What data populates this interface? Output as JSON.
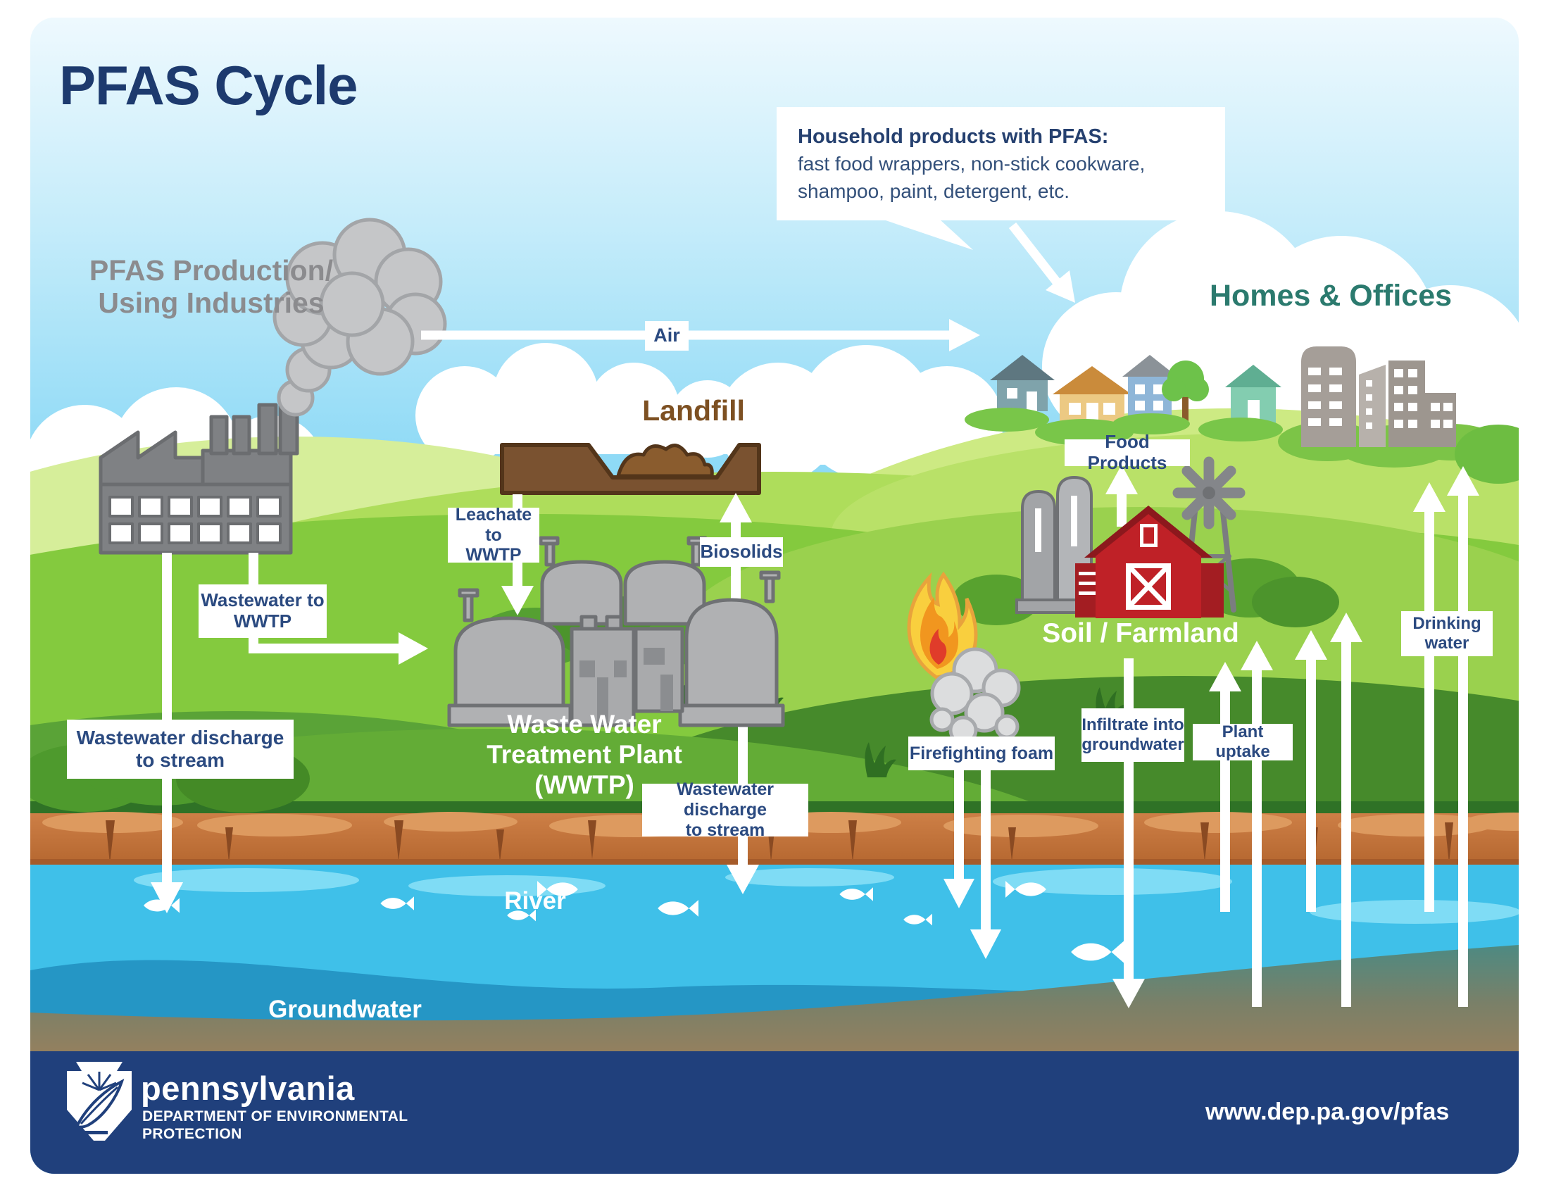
{
  "title": "PFAS Cycle",
  "colors": {
    "title_navy": "#1d3a6e",
    "label_navy": "#2b4a80",
    "teal": "#2b7a6e",
    "landfill_brown": "#7d5022",
    "production_gray": "#8b8b8e",
    "footer_navy": "#20407c",
    "sky_blue": "#7cd3f4",
    "field_green": "#84ca3e",
    "river_blue": "#3fc0e9",
    "barn_red": "#bf2127"
  },
  "scene": {
    "pfas_production_line1": "PFAS Production/",
    "pfas_production_line2": "Using Industries",
    "homes_offices": "Homes & Offices",
    "landfill": "Landfill",
    "soil_farmland": "Soil / Farmland",
    "wwtp_line1": "Waste Water",
    "wwtp_line2": "Treatment Plant",
    "wwtp_line3": "(WWTP)",
    "river": "River",
    "groundwater": "Groundwater"
  },
  "boxes": {
    "household_title": "Household products with PFAS:",
    "household_line1": "fast food wrappers, non-stick cookware,",
    "household_line2": "shampoo, paint, detergent, etc.",
    "air": "Air",
    "wastewater_to_wwtp_line1": "Wastewater to",
    "wastewater_to_wwtp_line2": "WWTP",
    "leachate_line1": "Leachate to",
    "leachate_line2": "WWTP",
    "biosolids": "Biosolids",
    "discharge_left_line1": "Wastewater discharge",
    "discharge_left_line2": "to stream",
    "discharge_mid_line1": "Wastewater discharge",
    "discharge_mid_line2": "to stream",
    "food_products": "Food Products",
    "firefighting_foam": "Firefighting foam",
    "infiltrate_line1": "Infiltrate into",
    "infiltrate_line2": "groundwater",
    "plant_uptake": "Plant uptake",
    "drinking_line1": "Drinking",
    "drinking_line2": "water"
  },
  "footer": {
    "brand": "pennsylvania",
    "dept_line1": "DEPARTMENT OF ENVIRONMENTAL",
    "dept_line2": "PROTECTION",
    "url": "www.dep.pa.gov/pfas"
  }
}
